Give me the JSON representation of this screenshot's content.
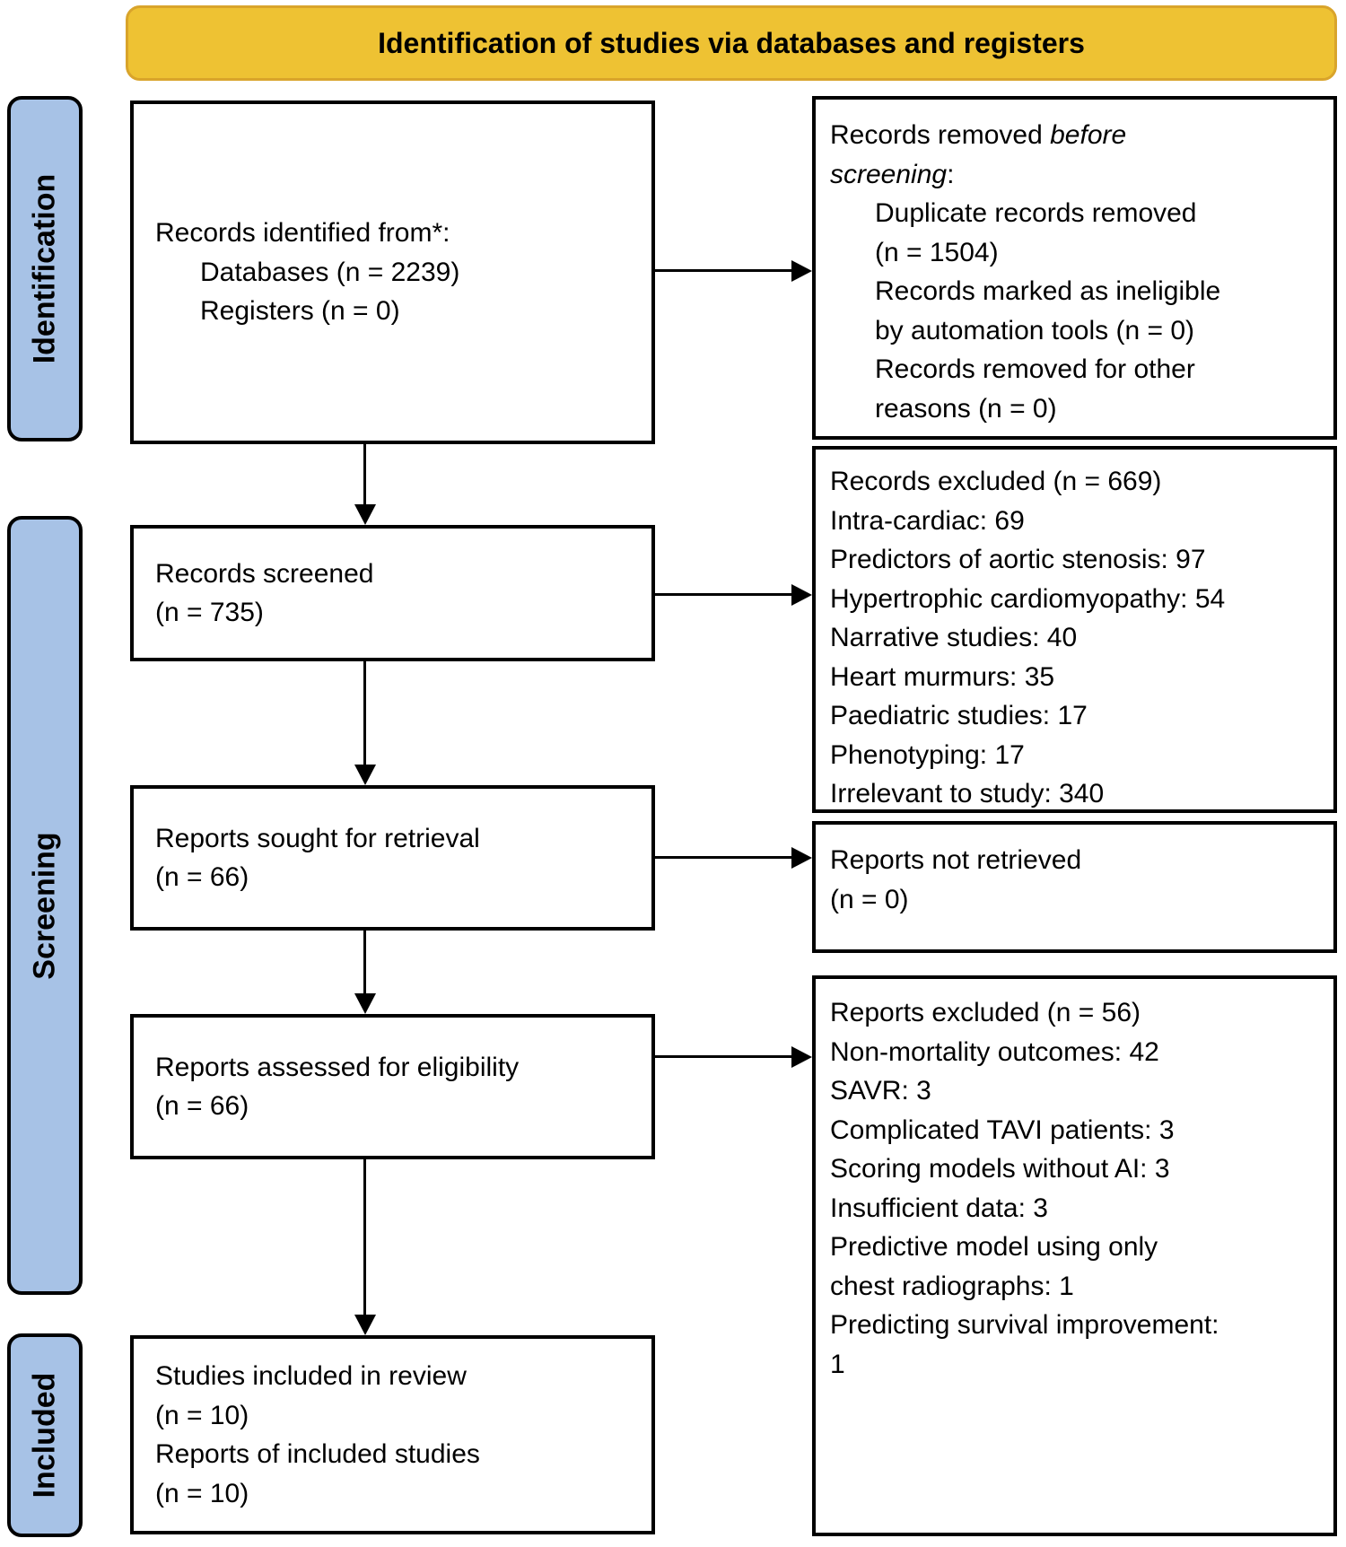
{
  "banner": {
    "title": "Identification of studies via databases and registers"
  },
  "stages": [
    {
      "label": "Identification"
    },
    {
      "label": "Screening"
    },
    {
      "label": "Included"
    }
  ],
  "left_boxes": {
    "records_identified": {
      "heading": "Records identified from*:",
      "items": [
        "Databases (n = 2239)",
        "Registers (n = 0)"
      ]
    },
    "records_screened": {
      "lines": [
        "Records screened",
        "(n = 735)"
      ]
    },
    "reports_sought": {
      "lines": [
        "Reports sought for retrieval",
        "(n = 66)"
      ]
    },
    "reports_assessed": {
      "lines": [
        "Reports assessed for eligibility",
        "(n = 66)"
      ]
    },
    "studies_included": {
      "lines": [
        "Studies included in review",
        "(n = 10)",
        "Reports of included studies",
        "(n = 10)"
      ]
    }
  },
  "right_boxes": {
    "records_removed": {
      "heading": {
        "prefix": "Records removed ",
        "italic_line1": "before",
        "italic_line2": "screening",
        "suffix": ":"
      },
      "items": [
        "Duplicate records removed",
        "(n = 1504)",
        "Records marked as ineligible",
        "by automation tools (n = 0)",
        "Records removed for other",
        "reasons (n = 0)"
      ]
    },
    "records_excluded": {
      "lines": [
        "Records excluded (n = 669)",
        "Intra-cardiac: 69",
        "Predictors of aortic stenosis: 97",
        "Hypertrophic cardiomyopathy: 54",
        "Narrative studies: 40",
        "Heart murmurs: 35",
        "Paediatric studies: 17",
        "Phenotyping: 17",
        "Irrelevant to study: 340"
      ]
    },
    "reports_not_retrieved": {
      "lines": [
        "Reports not retrieved",
        "(n = 0)"
      ]
    },
    "reports_excluded": {
      "lines": [
        "Reports excluded (n = 56)",
        "Non-mortality outcomes: 42",
        "SAVR: 3",
        "Complicated TAVI patients: 3",
        "Scoring models without AI: 3",
        "Insufficient data: 3",
        "Predictive model using only",
        "chest radiographs: 1",
        "Predicting survival improvement:",
        "1"
      ]
    }
  },
  "colors": {
    "banner_fill": "#eec233",
    "banner_border": "#d9a42b",
    "stage_fill": "#a7c2e6",
    "box_border": "#000000",
    "background": "#ffffff"
  }
}
